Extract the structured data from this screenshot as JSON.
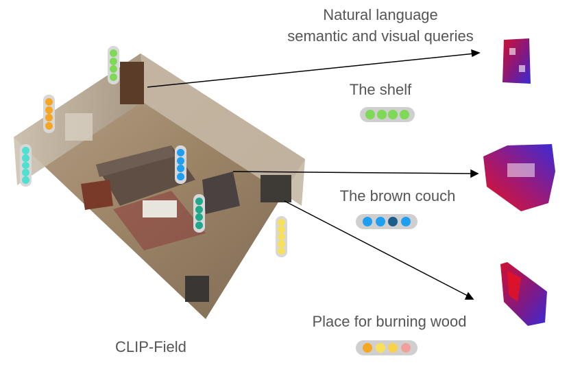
{
  "heading": {
    "line1": "Natural language",
    "line2": "semantic and visual queries"
  },
  "queries": [
    {
      "label": "The shelf",
      "embedding_colors": [
        "#7ed957",
        "#7ed957",
        "#7ed957",
        "#7ed957"
      ]
    },
    {
      "label": "The brown couch",
      "embedding_colors": [
        "#1e9ff2",
        "#1e9ff2",
        "#1b5e8c",
        "#1e9ff2"
      ]
    },
    {
      "label": "Place for burning wood",
      "embedding_colors": [
        "#f5a623",
        "#f8e05a",
        "#f8d34a",
        "#f4a09a"
      ]
    }
  ],
  "scene": {
    "caption": "CLIP-Field",
    "point_embeddings": [
      {
        "colors": [
          "#7ed957",
          "#7ed957",
          "#7ed957",
          "#7ed957"
        ]
      },
      {
        "colors": [
          "#f5a623",
          "#f5a623",
          "#f5a623",
          "#f5a623"
        ]
      },
      {
        "colors": [
          "#4fe0d0",
          "#4fe0d0",
          "#4fe0d0",
          "#4fe0d0",
          "#4fe0d0"
        ]
      },
      {
        "colors": [
          "#1e9ff2",
          "#1e9ff2",
          "#1e9ff2",
          "#1e9ff2"
        ]
      },
      {
        "colors": [
          "#1fa889",
          "#1fa889",
          "#1fa889",
          "#1fa889"
        ]
      },
      {
        "colors": [
          "#f8e05a",
          "#f8e05a",
          "#f8e05a",
          "#f8e05a",
          "#f8e05a"
        ]
      }
    ]
  },
  "colors": {
    "text": "#555555",
    "arrow": "#000000",
    "heat_high": "#e01020",
    "heat_low": "#3b2bd6"
  }
}
